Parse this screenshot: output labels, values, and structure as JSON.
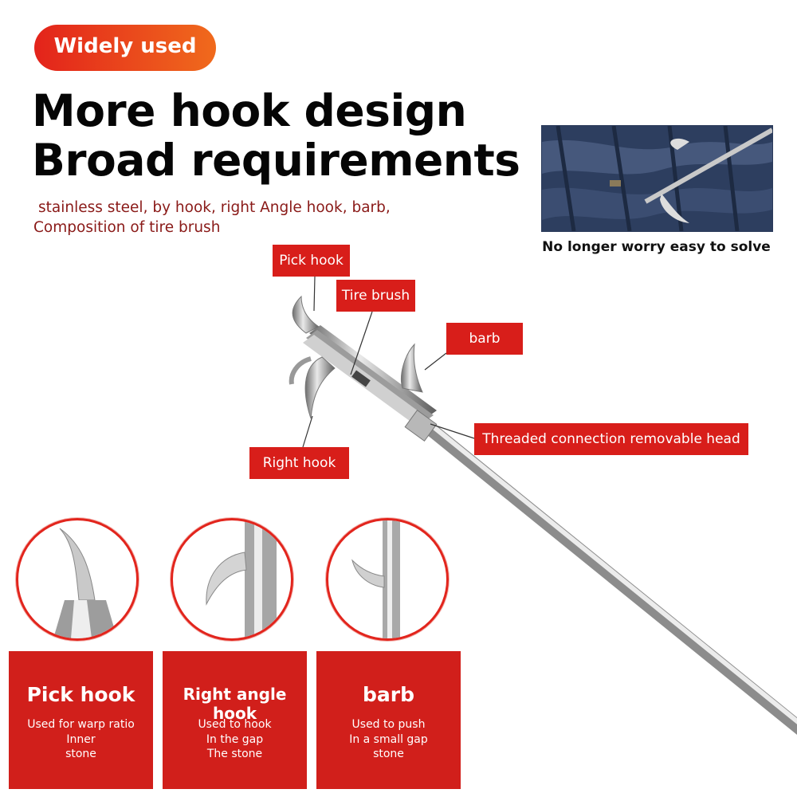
{
  "badge": {
    "label": "Widely used"
  },
  "headline": {
    "line1": "More hook design",
    "line2": "Broad requirements"
  },
  "subtitle": {
    "line1": "stainless steel, by hook, right Angle hook, barb,",
    "line2": "Composition of tire brush"
  },
  "inset": {
    "caption": "No longer worry easy to solve"
  },
  "callouts": {
    "pick_hook": "Pick hook",
    "tire_brush": "Tire brush",
    "barb": "barb",
    "threaded": "Threaded connection removable head",
    "right_hook": "Right hook"
  },
  "cards": [
    {
      "title": "Pick hook",
      "desc": [
        "Used for warp ratio",
        "Inner",
        "stone"
      ]
    },
    {
      "title": "Right angle hook",
      "desc": [
        "Used to hook",
        "In the gap",
        "The stone"
      ]
    },
    {
      "title": "barb",
      "desc": [
        "Used to push",
        "In a small gap",
        "stone"
      ]
    }
  ],
  "colors": {
    "accent": "#d11f1b",
    "accent_orange": "#f06a1c",
    "subtitle": "#8a1a18"
  }
}
